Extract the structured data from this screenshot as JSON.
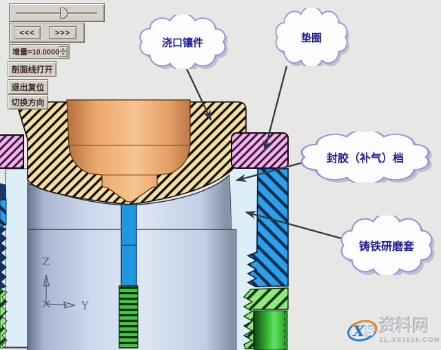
{
  "toolbar": {
    "slider": {
      "thumb_pct": 53
    },
    "prev_label": "<<<",
    "next_label": ">>>",
    "increment_label": "增量=10.0000",
    "spinner_up_icon": "▲",
    "spinner_down_icon": "▼",
    "buttons": [
      {
        "label": "剖面线打开"
      },
      {
        "label": "退出复位"
      },
      {
        "label": "切换方向"
      }
    ]
  },
  "callouts": [
    {
      "label": "浇口镶件"
    },
    {
      "label": "垫圈"
    },
    {
      "label": "封胶（补气）档"
    },
    {
      "label": "铸铁研磨套"
    }
  ],
  "axes": {
    "vertical": "Z",
    "horizontal": "Y"
  },
  "watermark": {
    "initials": "XS",
    "site_name": "资料网",
    "url_text": "ZL.XS1616.COM"
  },
  "colors": {
    "viewport_bg": "#e7e7e5",
    "panel_bg": "#d5d1c8",
    "button_text": "#402a28",
    "cloud_border": "#9191dd",
    "cloud_text": "#1c1c9c",
    "tan_hatch_bg": "#f2dfa6",
    "purple_hatch_bg": "#eeb6e6",
    "blue_hatch_bg": "#2aa1e8",
    "green_hatch_bg": "#90e87e",
    "copper_insert": "#eda96e",
    "cylinder_body": "#ccd8ec",
    "cyan_bore": "#dceef8",
    "spring_green": "#3ec93e",
    "leader_arrow": "#33383e",
    "watermark_blue": "#2e7fd0",
    "watermark_orange": "#f08028",
    "watermark_gray": "#c6cad0"
  }
}
